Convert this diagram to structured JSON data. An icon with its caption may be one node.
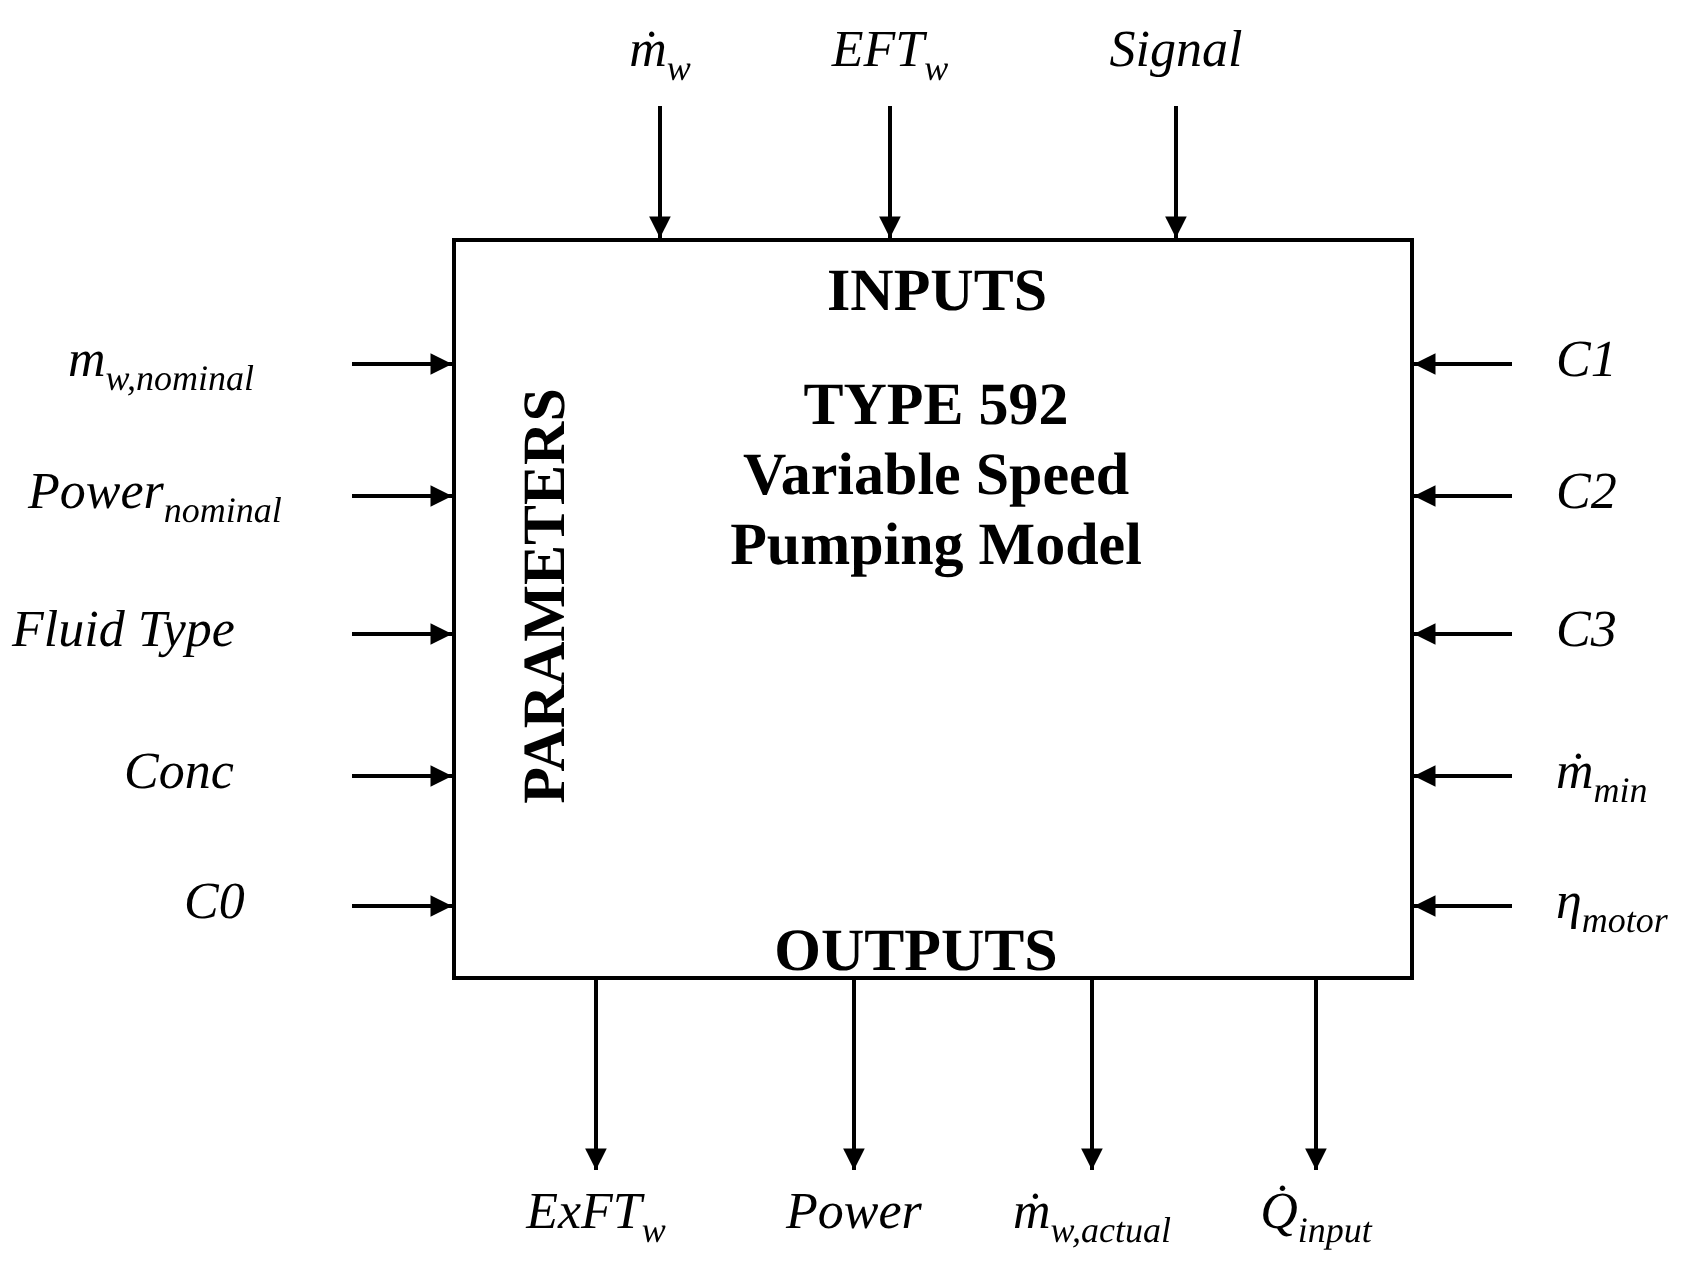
{
  "diagram": {
    "nodes": [
      {
        "text": [
          "INPUTS",
          "TYPE 592 Variable Speed Pumping Model",
          "PARAMETERS",
          "OUTPUTS"
        ]
      },
      {
        "text": [
          "ṁ$_{w}$"
        ]
      },
      {
        "text": [
          "EFT$_{w}$"
        ]
      },
      {
        "text": [
          "Signal"
        ]
      },
      {
        "text": [
          "m$_{w,nominal}$"
        ]
      },
      {
        "text": [
          "Power$_{nominal}$"
        ]
      },
      {
        "text": [
          "Fluid   Type"
        ]
      },
      {
        "text": [
          "Conc"
        ]
      },
      {
        "text": [
          "C0"
        ]
      },
      {
        "text": [
          "C1"
        ]
      },
      {
        "text": [
          "C2"
        ]
      },
      {
        "text": [
          "C3"
        ]
      },
      {
        "text": [
          "ṁ$_{min}$"
        ]
      },
      {
        "text": [
          "η$_{motor}$"
        ]
      },
      {
        "text": [
          "ExFT$_{w}$"
        ]
      },
      {
        "text": [
          "Power"
        ]
      },
      {
        "text": [
          "ṁ$_{w,actual}$"
        ]
      },
      {
        "text": [
          "Q̇$_{input}$"
        ]
      }
    ],
    "edges": [
      {
        "from": 1,
        "to": 0,
        "arrow": "to"
      },
      {
        "from": 2,
        "to": 0,
        "arrow": "to"
      },
      {
        "from": 3,
        "to": 0,
        "arrow": "to"
      },
      {
        "from": 4,
        "to": 0,
        "arrow": "to"
      },
      {
        "from": 5,
        "to": 0,
        "arrow": "to"
      },
      {
        "from": 6,
        "to": 0,
        "arrow": "to"
      },
      {
        "from": 7,
        "to": 0,
        "arrow": "to"
      },
      {
        "from": 8,
        "to": 0,
        "arrow": "to"
      },
      {
        "from": 9,
        "to": 0,
        "arrow": "to"
      },
      {
        "from": 10,
        "to": 0,
        "arrow": "to"
      },
      {
        "from": 11,
        "to": 0,
        "arrow": "to"
      },
      {
        "from": 12,
        "to": 0,
        "arrow": "to"
      },
      {
        "from": 13,
        "to": 0,
        "arrow": "to"
      },
      {
        "from": 0,
        "to": 14,
        "arrow": "to"
      },
      {
        "from": 0,
        "to": 15,
        "arrow": "to"
      },
      {
        "from": 0,
        "to": 16,
        "arrow": "to"
      },
      {
        "from": 0,
        "to": 17,
        "arrow": "to"
      }
    ]
  }
}
